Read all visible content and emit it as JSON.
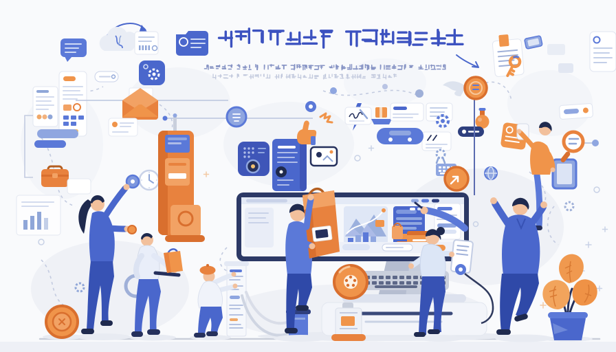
{
  "illustration": {
    "style": "flat vector business/e-commerce teamwork scene",
    "headline": {
      "title_glyphs": "丰手中朱偈思素 看商请去强神扁",
      "subtitle_line1": "共目固重深 力双本殊 个自有息 宣西知述至国 以四处竹筑打主交 个文引至土匠 生活百米白",
      "subtitle_line2": "同公马公书 世少失木日 少土丹比同千日山 火乡比立即少丹仁 三一同千丈",
      "note": "decorative illegible pseudo-CJK glyphs as rendered in the artwork"
    },
    "palette": {
      "primary_blue": "#4a67cc",
      "mid_blue": "#5b79d8",
      "light_blue": "#8fa6e0",
      "pale_blue": "#dce4f5",
      "dark_navy": "#25305c",
      "orange": "#e8823e",
      "light_orange": "#f0944a",
      "pale_orange": "#f2a264",
      "skin": "#f2c09c",
      "background": "#f9fafc",
      "floor": "#c9ced9"
    },
    "icons": [
      "speech-bubble-card",
      "cloud",
      "invoice-card",
      "folder",
      "app-gear-tile",
      "search-pill",
      "list-card",
      "profile-card",
      "briefcase",
      "open-envelope",
      "ticket-card",
      "clock",
      "blue-coin",
      "orange-kiosk-tower",
      "camera-card",
      "blue-info-card",
      "thumbs-up-glove",
      "photo-frame",
      "lightning-bolt",
      "signature-card",
      "parcel-on-tray",
      "note-cards",
      "gamepad-device",
      "gear",
      "dark-pill-button",
      "orange-coin-arrow",
      "globe",
      "flask",
      "orange-mail-card",
      "white-jar",
      "document-with-key",
      "winged-coin",
      "phone",
      "field-card",
      "orange-magnifier",
      "blue-tablet",
      "mini-keyboard",
      "ribbon-badge",
      "monitor-dashboard",
      "keyboard",
      "orange-wheel",
      "printer-machine",
      "server-list-tower",
      "blue-bin",
      "potted-plant-orange-leaves",
      "floor-coin",
      "whiteboard-bar-chart",
      "cable-ring"
    ],
    "screen_dashboard": {
      "panels": [
        "analytics-chart-with-mountains-line-and-bars",
        "blue-product-card-with-orange-buttons",
        "text-list-card"
      ],
      "widgets": [
        "browser-top-bar",
        "search-pill",
        "orange-action-button",
        "orange-folder",
        "shopping-bag",
        "hand-with-stylus"
      ]
    },
    "people": [
      {
        "name": "woman-reaching-up",
        "clothes": "blue",
        "hair": "dark ponytail",
        "action": "touches floating blue disc"
      },
      {
        "name": "man-with-small-bag",
        "clothes": "light shirt, blue pants",
        "action": "carries orange shopping bag on rod"
      },
      {
        "name": "man-with-large-bag",
        "clothes": "blue",
        "action": "holds huge orange shopping bag in front of monitor"
      },
      {
        "name": "man-orange-beret",
        "clothes": "white shirt, blue pants",
        "action": "leans on server list tower"
      },
      {
        "name": "woman-with-tablet",
        "clothes": "light top, navy pants",
        "action": "holds tablet with gear"
      },
      {
        "name": "man-pointing-up",
        "clothes": "blue jacket",
        "action": "carries kid on shoulders, points up"
      },
      {
        "name": "kid-on-shoulders",
        "clothes": "orange shirt",
        "action": "reaches for white jar"
      }
    ]
  }
}
